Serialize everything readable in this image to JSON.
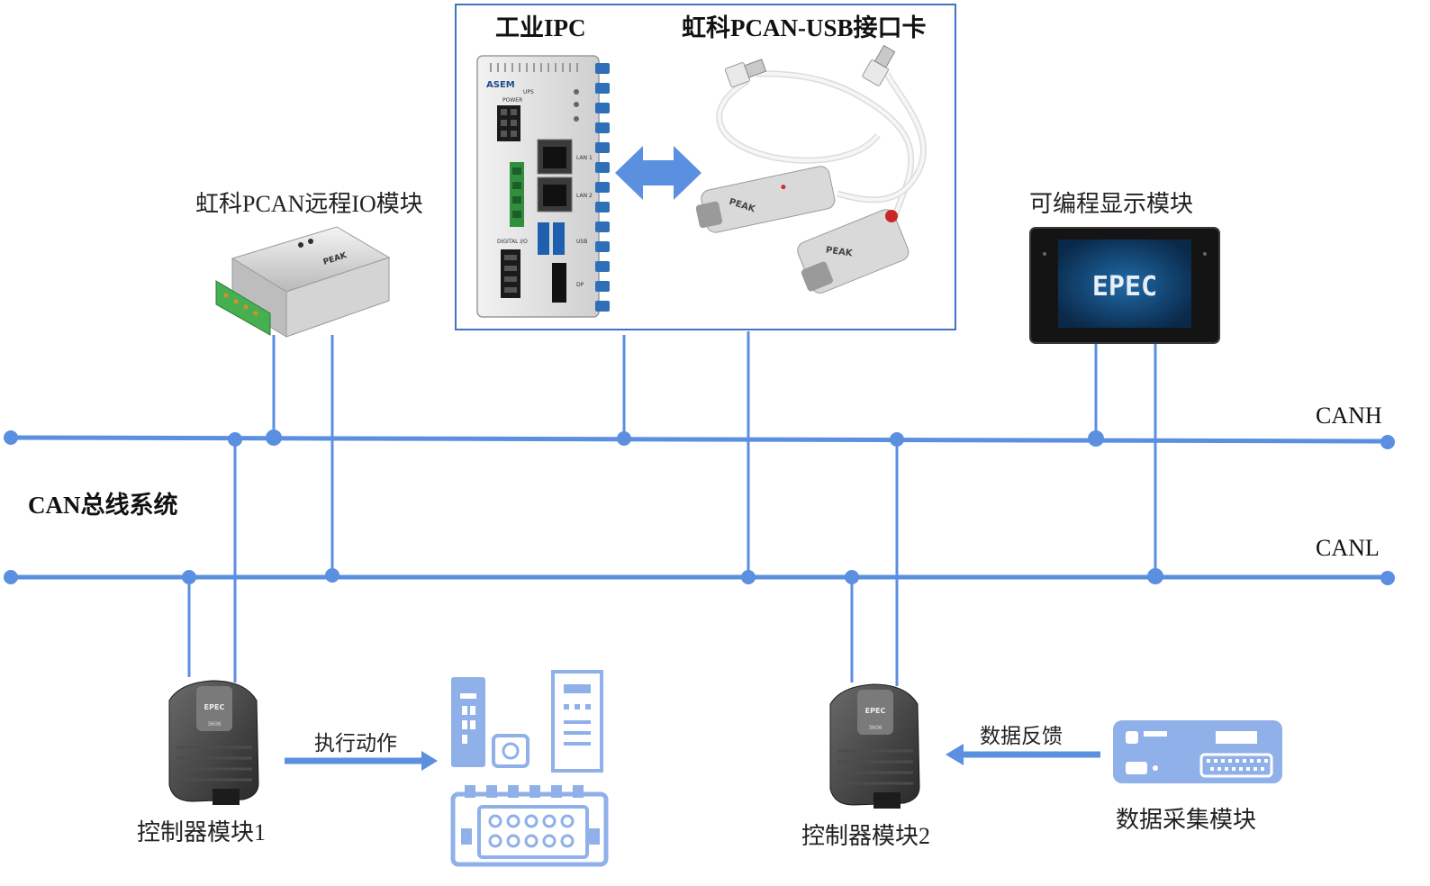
{
  "labels": {
    "ipc": "工业IPC",
    "pcan_usb": "虹科PCAN-USB接口卡",
    "remote_io": "虹科PCAN远程IO模块",
    "display": "可编程显示模块",
    "system": "CAN总线系统",
    "canh": "CANH",
    "canl": "CANL",
    "ctrl1": "控制器模块1",
    "ctrl2": "控制器模块2",
    "daq": "数据采集模块",
    "action": "执行动作",
    "feedback": "数据反馈"
  },
  "device_print": {
    "display_brand": "EPEC",
    "ctrl_brand": "EPEC",
    "ctrl_model": "3606",
    "ipc_brand": "ASEM",
    "pcan_brand": "PEAK",
    "ipc_ports": [
      "POWER",
      "UPS",
      "LAN 1",
      "LAN 2",
      "USB",
      "DIGITAL I/O",
      "DP"
    ]
  },
  "colors": {
    "bus": "#5b8fe0",
    "arrow": "#5b8fe0",
    "icon_fill": "#8fb0e8",
    "frame": "#4472c4"
  }
}
